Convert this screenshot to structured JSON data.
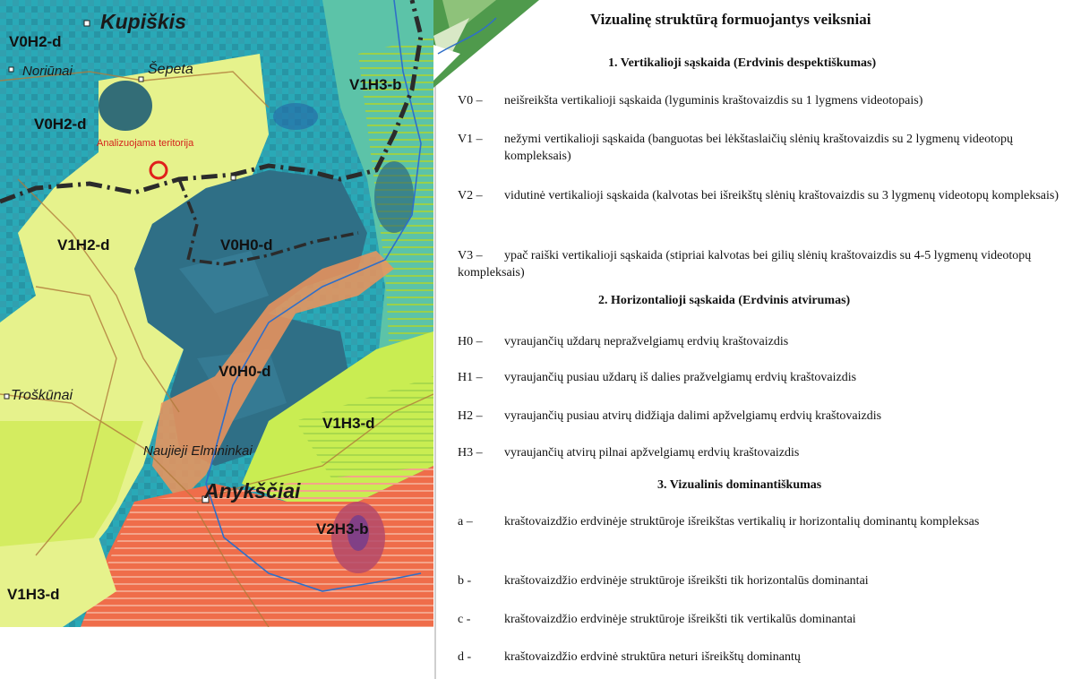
{
  "map": {
    "towns": [
      "Kupiškis",
      "Noriūnai",
      "Šepeta",
      "Troškūnai",
      "Naujieji Elmininkai",
      "Anykščiai"
    ],
    "analysis_label": "Analizuojama teritorija",
    "zones": [
      "V0H2-d",
      "V1H3-b",
      "V0H2-d",
      "V1H2-d",
      "V0H0-d",
      "V0H0-d",
      "V1H3-d",
      "V2H3-b",
      "V1H3-d"
    ],
    "colors": {
      "V0H0": "#2f6f86",
      "V0H2": "#29a9b7",
      "V1H2": "#e6f28c",
      "V1H3": "#c9ed52",
      "V2H3": "#ef6d4a",
      "river_belt": "#f0945a",
      "border": "#2b2b2b",
      "target_circle": "#e0201c"
    }
  },
  "legend": {
    "title": "Vizualinę struktūrą formuojantys veiksniai",
    "sections": [
      {
        "heading": "1. Vertikalioji sąskaida (Erdvinis despektiškumas)",
        "items": [
          {
            "code": "V0 –",
            "text": "neišreikšta vertikalioji sąskaida (lyguminis kraštovaizdis su 1 lygmens videotopais)"
          },
          {
            "code": "V1 –",
            "text": "nežymi vertikalioji sąskaida (banguotas bei lėkštaslaičių slėnių kraštovaizdis su 2 lygmenų videotopų kompleksais)"
          },
          {
            "code": "V2 –",
            "text": "vidutinė vertikalioji sąskaida (kalvotas bei išreikštų slėnių kraštovaizdis su 3 lygmenų videotopų kompleksais)"
          },
          {
            "code": "V3 –",
            "text": "ypač raiški vertikalioji sąskaida (stipriai kalvotas bei gilių slėnių kraštovaizdis su 4-5 lygmenų videotopų kompleksais)"
          }
        ]
      },
      {
        "heading": "2. Horizontalioji sąskaida (Erdvinis atvirumas)",
        "items": [
          {
            "code": "H0 –",
            "text": "vyraujančių uždarų nepražvelgiamų erdvių kraštovaizdis"
          },
          {
            "code": "H1 –",
            "text": "vyraujančių pusiau uždarų iš dalies pražvelgiamų erdvių kraštovaizdis"
          },
          {
            "code": "H2 –",
            "text": "vyraujančių pusiau atvirų didžiąja dalimi apžvelgiamų erdvių kraštovaizdis"
          },
          {
            "code": "H3 –",
            "text": "vyraujančių atvirų pilnai apžvelgiamų erdvių kraštovaizdis"
          }
        ]
      },
      {
        "heading": "3. Vizualinis dominantiškumas",
        "items": [
          {
            "code": "a –",
            "text": "kraštovaizdžio erdvinėje struktūroje išreikštas vertikalių ir horizontalių dominantų kompleksas"
          },
          {
            "code": "b -",
            "text": "kraštovaizdžio erdvinėje struktūroje išreikšti tik horizontalūs dominantai"
          },
          {
            "code": "c -",
            "text": "kraštovaizdžio erdvinėje struktūroje išreikšti tik vertikalūs dominantai"
          },
          {
            "code": "d -",
            "text": "kraštovaizdžio erdvinė struktūra neturi išreikštų dominantų"
          }
        ]
      }
    ]
  }
}
